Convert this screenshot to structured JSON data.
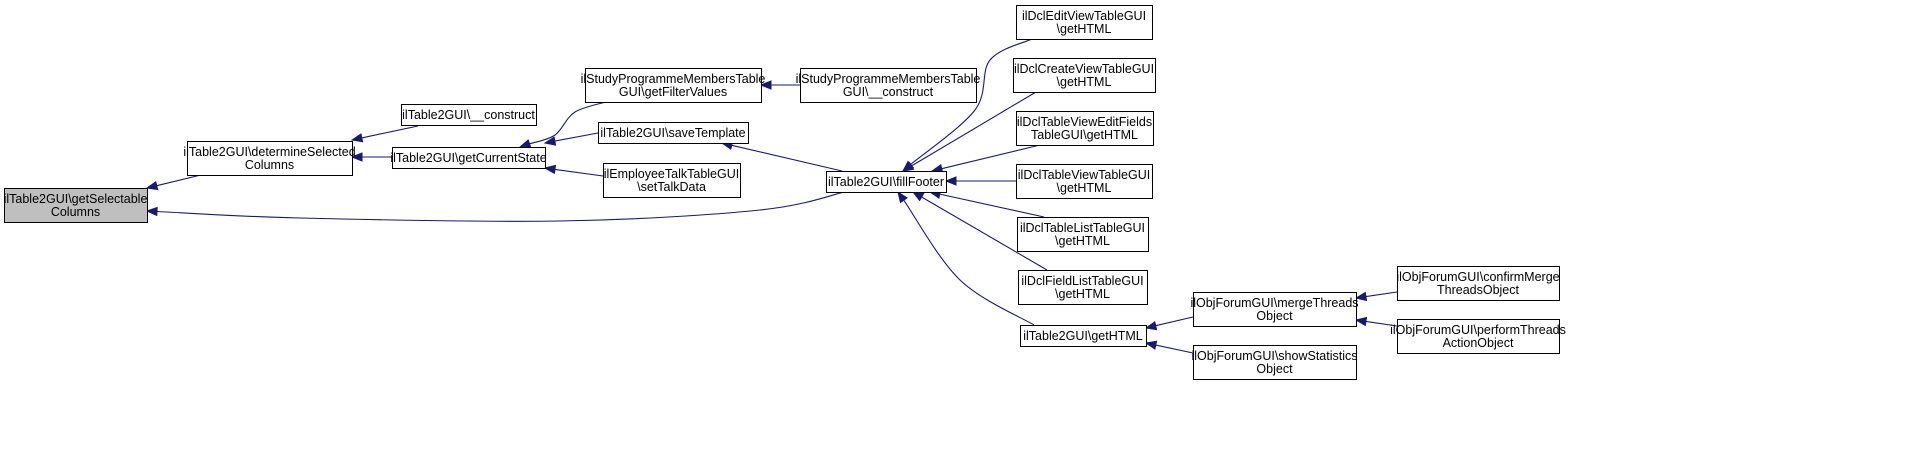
{
  "graph": {
    "colors": {
      "edge": "#191970",
      "node_border": "#000000",
      "root_fill": "#bfbfbf",
      "node_fill": "#ffffff"
    },
    "nodes": [
      {
        "id": "n0",
        "lines": [
          "ilTable2GUI\\getSelectable",
          "Columns"
        ],
        "root": true
      },
      {
        "id": "n1",
        "lines": [
          "ilTable2GUI\\determineSelected",
          "Columns"
        ]
      },
      {
        "id": "n2",
        "lines": [
          "ilTable2GUI\\__construct"
        ]
      },
      {
        "id": "n3",
        "lines": [
          "ilTable2GUI\\getCurrentState"
        ]
      },
      {
        "id": "n4",
        "lines": [
          "ilStudyProgrammeMembersTable",
          "GUI\\getFilterValues"
        ]
      },
      {
        "id": "n5",
        "lines": [
          "ilStudyProgrammeMembersTable",
          "GUI\\__construct"
        ]
      },
      {
        "id": "n6",
        "lines": [
          "ilTable2GUI\\saveTemplate"
        ]
      },
      {
        "id": "n7",
        "lines": [
          "ilEmployeeTalkTableGUI",
          "\\setTalkData"
        ]
      },
      {
        "id": "n8",
        "lines": [
          "ilTable2GUI\\fillFooter"
        ]
      },
      {
        "id": "n9",
        "lines": [
          "ilDclEditViewTableGUI",
          "\\getHTML"
        ]
      },
      {
        "id": "n10",
        "lines": [
          "ilDclCreateViewTableGUI",
          "\\getHTML"
        ]
      },
      {
        "id": "n11",
        "lines": [
          "ilDclTableViewEditFields",
          "TableGUI\\getHTML"
        ]
      },
      {
        "id": "n12",
        "lines": [
          "ilDclTableViewTableGUI",
          "\\getHTML"
        ]
      },
      {
        "id": "n13",
        "lines": [
          "ilDclTableListTableGUI",
          "\\getHTML"
        ]
      },
      {
        "id": "n14",
        "lines": [
          "ilDclFieldListTableGUI",
          "\\getHTML"
        ]
      },
      {
        "id": "n15",
        "lines": [
          "ilTable2GUI\\getHTML"
        ]
      },
      {
        "id": "n16",
        "lines": [
          "ilObjForumGUI\\mergeThreads",
          "Object"
        ]
      },
      {
        "id": "n17",
        "lines": [
          "ilObjForumGUI\\showStatistics",
          "Object"
        ]
      },
      {
        "id": "n18",
        "lines": [
          "ilObjForumGUI\\confirmMerge",
          "ThreadsObject"
        ]
      },
      {
        "id": "n19",
        "lines": [
          "ilObjForumGUI\\performThreads",
          "ActionObject"
        ]
      }
    ],
    "edges": [
      {
        "from": "n1",
        "to": "n0"
      },
      {
        "from": "n8",
        "to": "n0"
      },
      {
        "from": "n2",
        "to": "n1"
      },
      {
        "from": "n3",
        "to": "n1"
      },
      {
        "from": "n4",
        "to": "n3"
      },
      {
        "from": "n6",
        "to": "n3"
      },
      {
        "from": "n7",
        "to": "n3"
      },
      {
        "from": "n5",
        "to": "n4"
      },
      {
        "from": "n8",
        "to": "n6"
      },
      {
        "from": "n9",
        "to": "n8"
      },
      {
        "from": "n10",
        "to": "n8"
      },
      {
        "from": "n11",
        "to": "n8"
      },
      {
        "from": "n12",
        "to": "n8"
      },
      {
        "from": "n13",
        "to": "n8"
      },
      {
        "from": "n14",
        "to": "n8"
      },
      {
        "from": "n15",
        "to": "n8"
      },
      {
        "from": "n16",
        "to": "n15"
      },
      {
        "from": "n17",
        "to": "n15"
      },
      {
        "from": "n18",
        "to": "n16"
      },
      {
        "from": "n19",
        "to": "n16"
      }
    ]
  }
}
